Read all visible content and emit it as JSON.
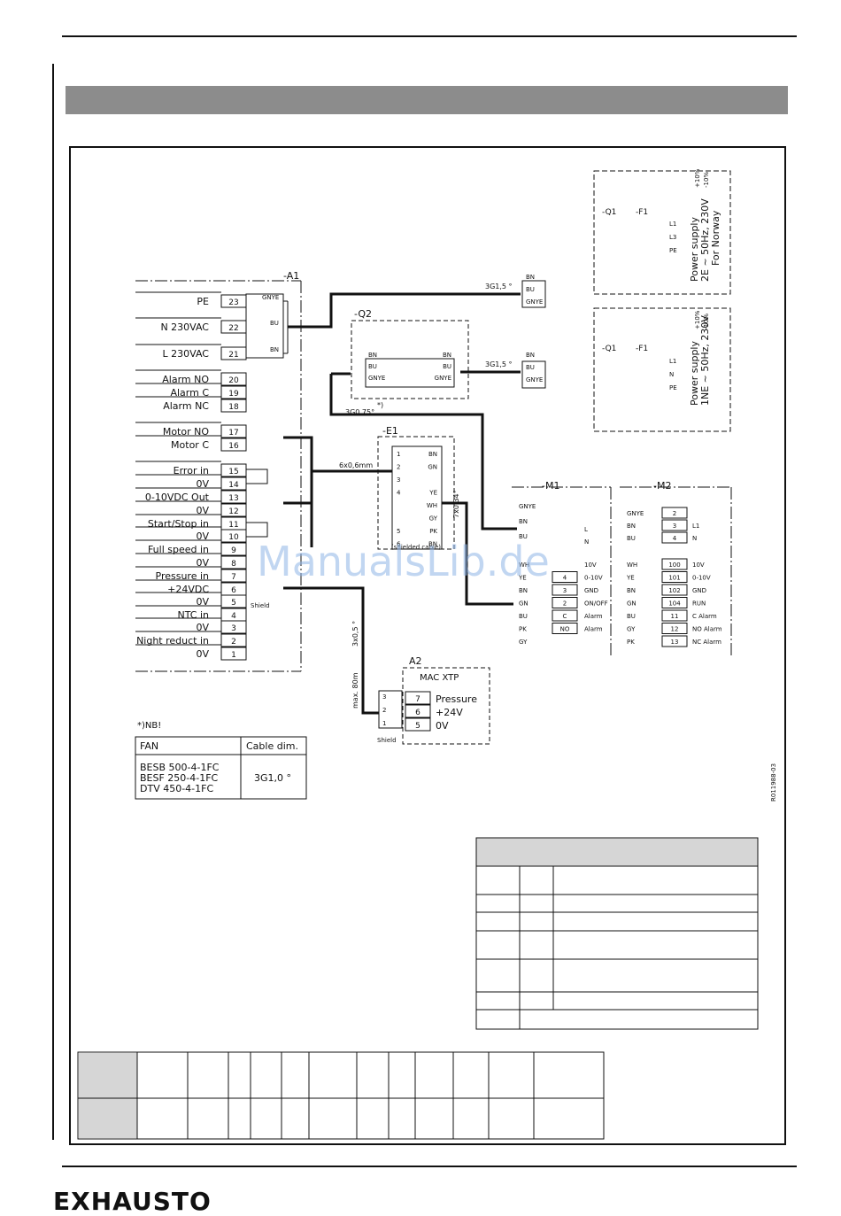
{
  "logo": "EXHAUSTO",
  "watermark": "ManualsLib.de",
  "drawing_number": "R011988-03",
  "a1": {
    "ref": "-A1",
    "terminals": [
      {
        "label": "PE",
        "num": "23"
      },
      {
        "label": "N 230VAC",
        "num": "22"
      },
      {
        "label": "L 230VAC",
        "num": "21"
      },
      {
        "label": "Alarm NO",
        "num": "20"
      },
      {
        "label": "Alarm C",
        "num": "19"
      },
      {
        "label": "Alarm NC",
        "num": "18"
      },
      {
        "label": "Motor NO",
        "num": "17"
      },
      {
        "label": "Motor C",
        "num": "16"
      },
      {
        "label": "Error in",
        "num": "15"
      },
      {
        "label": "0V",
        "num": "14"
      },
      {
        "label": "0-10VDC Out",
        "num": "13"
      },
      {
        "label": "0V",
        "num": "12"
      },
      {
        "label": "Start/Stop in",
        "num": "11"
      },
      {
        "label": "0V",
        "num": "10"
      },
      {
        "label": "Full speed in",
        "num": "9"
      },
      {
        "label": "0V",
        "num": "8"
      },
      {
        "label": "Pressure in",
        "num": "7"
      },
      {
        "label": "+24VDC",
        "num": "6"
      },
      {
        "label": "0V",
        "num": "5"
      },
      {
        "label": "NTC in",
        "num": "4"
      },
      {
        "label": "0V",
        "num": "3"
      },
      {
        "label": "Night reduct in",
        "num": "2"
      },
      {
        "label": "0V",
        "num": "1"
      }
    ],
    "pe_wires": [
      "GNYE",
      "BU",
      "BN"
    ],
    "shield": "Shield"
  },
  "q2": {
    "ref": "-Q2",
    "rows": [
      [
        "BN",
        "BN"
      ],
      [
        "BU",
        "BU"
      ],
      [
        "GNYE",
        "GNYE"
      ]
    ]
  },
  "e1": {
    "ref": "-E1",
    "wires": [
      "BN",
      "GN",
      "",
      "YE",
      "WH",
      "GY",
      "PK",
      "BN"
    ],
    "nums": [
      "1",
      "2",
      "3",
      "4",
      "",
      "",
      "5",
      "6"
    ],
    "note": "(shielded cable)"
  },
  "m1": {
    "ref": "-M1",
    "power_wires": [
      "GNYE",
      "BN",
      "BU"
    ],
    "power_labels": [
      "L",
      "N"
    ],
    "ctrl_wires": [
      "WH",
      "YE",
      "BN",
      "GN",
      "BU",
      "PK",
      "GY"
    ],
    "ctrl_terms": [
      "",
      "4",
      "3",
      "2",
      "C",
      "NO",
      ""
    ],
    "ctrl_labels": [
      "10V",
      "0-10V",
      "GND",
      "ON/OFF",
      "Alarm",
      "Alarm",
      ""
    ]
  },
  "m2": {
    "ref": "-M2",
    "power_wires": [
      "GNYE",
      "BN",
      "BU"
    ],
    "power_terms": [
      "2",
      "3",
      "4"
    ],
    "power_labels": [
      "",
      "L1",
      "N"
    ],
    "ctrl_wires": [
      "WH",
      "YE",
      "BN",
      "GN",
      "BU",
      "GY",
      "PK"
    ],
    "ctrl_terms": [
      "100",
      "101",
      "102",
      "104",
      "11",
      "12",
      "13"
    ],
    "ctrl_labels": [
      "10V",
      "0-10V",
      "GND",
      "RUN",
      "C Alarm",
      "NO Alarm",
      "NC Alarm"
    ]
  },
  "a2": {
    "ref": "A2",
    "title": "MAC XTP",
    "terms": [
      "7",
      "6",
      "5"
    ],
    "labels": [
      "Pressure",
      "+24V",
      "0V"
    ],
    "wires": [
      "3",
      "2",
      "1"
    ],
    "shield": "Shield"
  },
  "cables": {
    "c1": "3G1,5",
    "c2": "3G1,5",
    "c3": "3G0,75",
    "c4": "6x0,6mm",
    "c5": "7x0,34",
    "c6": "3x0,5",
    "c7": "max. 80m",
    "star": "*)"
  },
  "supply_2e": {
    "q": "-Q1",
    "f": "-F1",
    "lines": [
      "L1",
      "L3",
      "PE"
    ],
    "text1": "Power supply",
    "text2": "2E ~ 50Hz, 230V",
    "tol_up": "+10%",
    "tol_dn": "-10%",
    "text3": "For Norway",
    "wires": [
      "BN",
      "BU",
      "GNYE"
    ]
  },
  "supply_1ne": {
    "q": "-Q1",
    "f": "-F1",
    "lines": [
      "L1",
      "N",
      "PE"
    ],
    "text1": "Power supply",
    "text2": "1NE ~ 50Hz, 230V",
    "tol_up": "+10%",
    "tol_dn": "-10%",
    "wires": [
      "BN",
      "BU",
      "GNYE"
    ]
  },
  "fan_table": {
    "note": "*)NB!",
    "headers": [
      "FAN",
      "Cable dim."
    ],
    "rows": [
      "BESB 500-4-1FC",
      "BESF 250-4-1FC",
      "DTV 450-4-1FC"
    ],
    "value": "3G1,0"
  }
}
